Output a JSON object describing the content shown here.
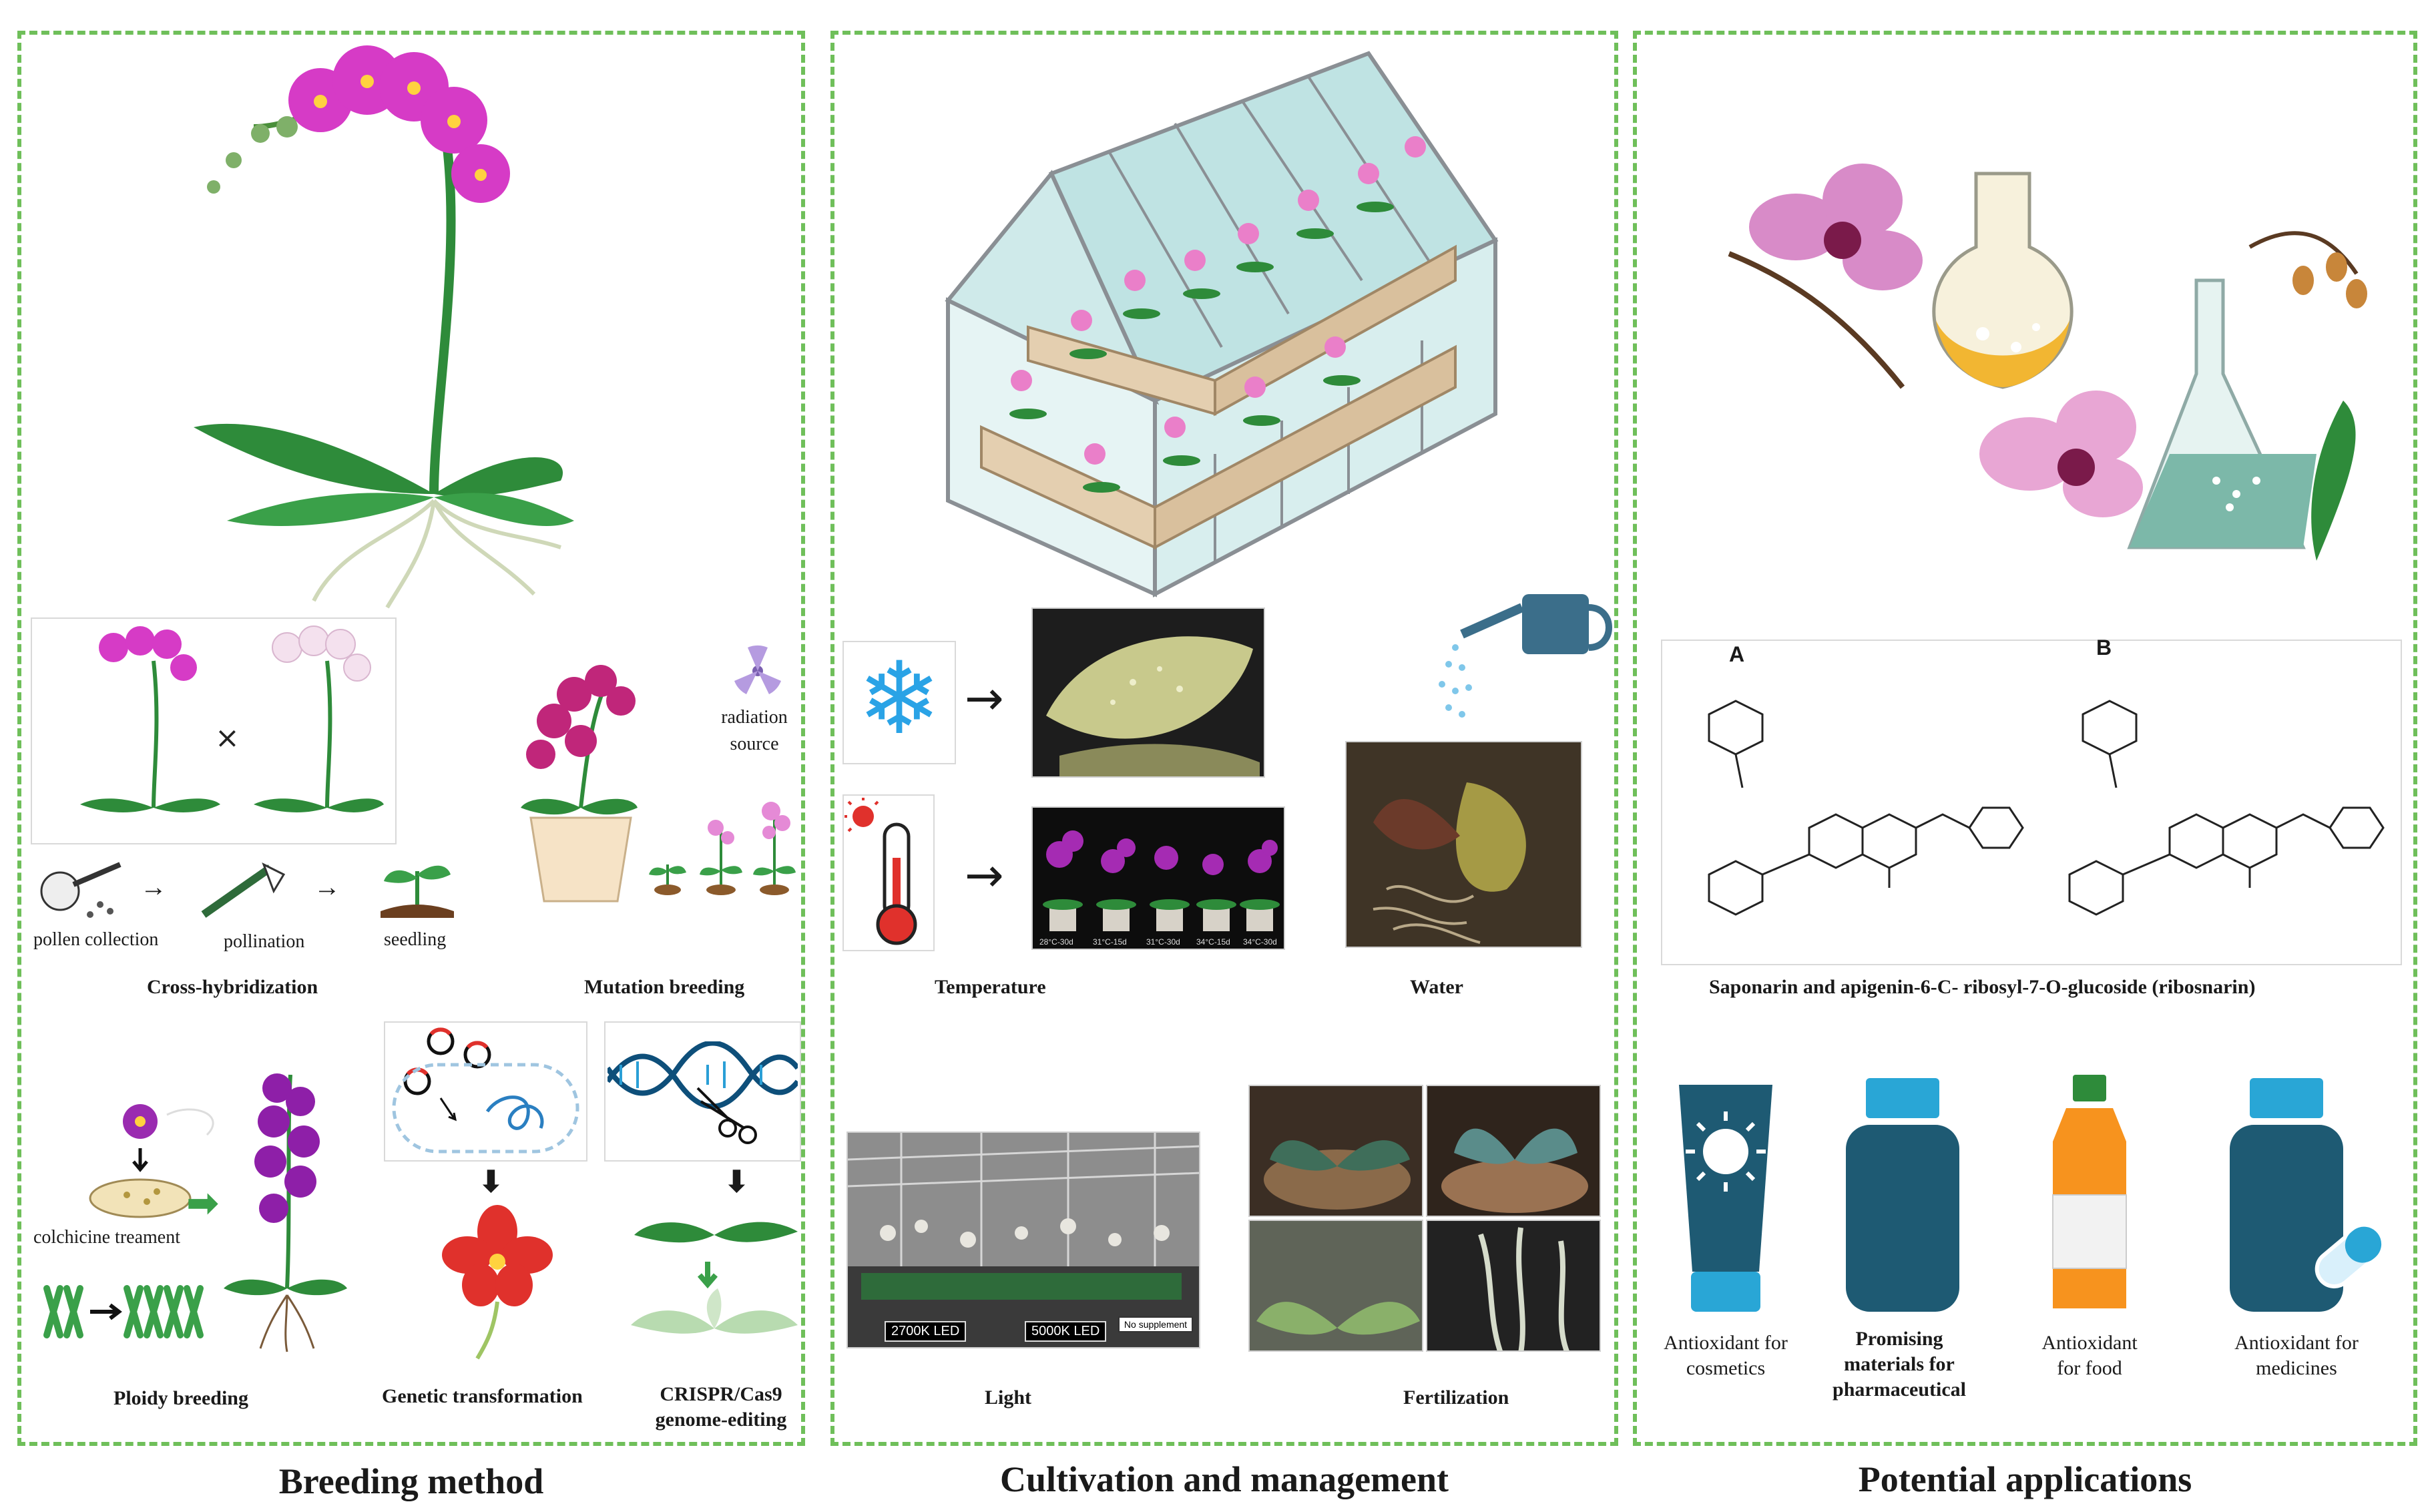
{
  "panels": {
    "breeding": {
      "caption": "Breeding method",
      "labels": {
        "pollen_collection": "pollen collection",
        "pollination": "pollination",
        "seedling": "seedling",
        "cross_hybridization": "Cross-hybridization",
        "radiation_source": "radiation source",
        "mutation_breeding": "Mutation breeding",
        "colchicine_treatment": "colchicine treament",
        "ploidy_breeding": "Ploidy breeding",
        "genetic_transformation": "Genetic transformation",
        "crispr": "CRISPR/Cas9 genome-editing"
      }
    },
    "cultivation": {
      "caption": "Cultivation and management",
      "labels": {
        "temperature": "Temperature",
        "water": "Water",
        "light": "Light",
        "fertilization": "Fertilization"
      },
      "temp_photo_labels": [
        "28°C-30d",
        "31°C-15d",
        "31°C-30d",
        "34°C-15d",
        "34°C-30d"
      ],
      "light_photo_labels": [
        "2700K LED",
        "5000K LED",
        "No supplement"
      ]
    },
    "applications": {
      "caption": "Potential applications",
      "structure_caption": "Saponarin and apigenin-6-C- ribosyl-7-O-glucoside (ribosnarin)",
      "structure_a": "A",
      "structure_b": "B",
      "products": [
        {
          "label": "Antioxidant for cosmetics"
        },
        {
          "label": "Promising materials for pharmaceutical"
        },
        {
          "label": "Antioxidant for food"
        },
        {
          "label": "Antioxidant for medicines"
        }
      ]
    }
  },
  "colors": {
    "border": "#6fbf5a",
    "orchid_magenta": "#d63bc6",
    "leaf_green": "#2e8b3a",
    "bottle_teal": "#1e5a73",
    "cap_blue": "#29a6d6",
    "orange": "#f7931e"
  },
  "icons": [
    "orchid-icon",
    "greenhouse-icon",
    "snowflake-icon",
    "thermometer-icon",
    "watering-can-icon",
    "dna-icon",
    "scissors-icon",
    "flask-icon",
    "bottle-icon"
  ]
}
